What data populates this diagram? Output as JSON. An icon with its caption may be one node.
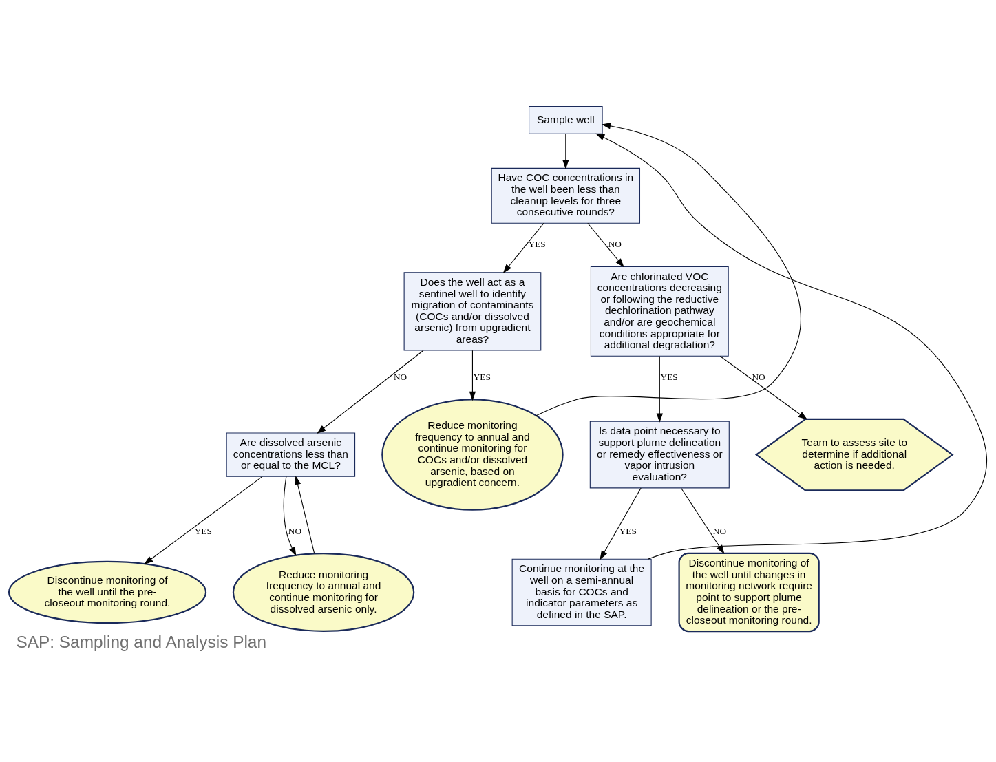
{
  "diagram": {
    "caption": "SAP: Sampling and Analysis Plan",
    "nodes": [
      {
        "text": [
          "Sample well"
        ]
      },
      {
        "text": [
          "Have COC concentrations in the well been less than cleanup levels for three consecutive rounds?"
        ]
      },
      {
        "text": [
          "Does the well act as a sentinel well to identify migration of contaminants (COCs and/or dissolved arsenic) from upgradient areas?"
        ]
      },
      {
        "text": [
          "Continue monitoring at the well on a semi-annual basis for COCs and indicator parameters as defined in the SAP."
        ]
      },
      {
        "text": [
          "Is data point necessary to support plume delineation or remedy effectiveness or vapor intrusion evaluation?"
        ]
      },
      {
        "text": [
          "Are chlorinated VOC concentrations decreasing or following the reductive dechlorination pathway and/or are geochemical conditions appropriate for additional degradation?"
        ]
      },
      {
        "text": [
          "Are dissolved arsenic concentrations less than or equal to the MCL?"
        ]
      },
      {
        "text": [
          "Reduce monitoring frequency to annual and continue monitoring for COCs and/or dissolved arsenic, based on upgradient concern."
        ]
      },
      {
        "text": [
          "Discontinue monitoring of the well until changes in monitoring network require point to support plume delineation or the pre-closeout monitoring round."
        ]
      },
      {
        "text": [
          "Team to assess site to determine if additional action is needed."
        ]
      },
      {
        "text": [
          "Discontinue monitoring of the well until the pre-closeout monitoring round."
        ]
      },
      {
        "text": [
          "Reduce monitoring frequency to annual and continue monitoring for dissolved arsenic only."
        ]
      }
    ],
    "edges": [
      {
        "from": 0,
        "to": 1,
        "arrow": "to"
      },
      {
        "from": 1,
        "to": 2,
        "arrow": "to",
        "label": "YES"
      },
      {
        "from": 1,
        "to": 5,
        "arrow": "to",
        "label": "NO"
      },
      {
        "from": 2,
        "to": 7,
        "arrow": "to",
        "label": "YES"
      },
      {
        "from": 2,
        "to": 6,
        "arrow": "to",
        "label": "NO"
      },
      {
        "from": 3,
        "to": 0,
        "arrow": "to"
      },
      {
        "from": 4,
        "to": 3,
        "arrow": "to",
        "label": "YES"
      },
      {
        "from": 4,
        "to": 8,
        "arrow": "to",
        "label": "NO"
      },
      {
        "from": 5,
        "to": 4,
        "arrow": "to",
        "label": "YES"
      },
      {
        "from": 5,
        "to": 9,
        "arrow": "to",
        "label": "NO"
      },
      {
        "from": 6,
        "to": 10,
        "arrow": "to",
        "label": "YES"
      },
      {
        "from": 6,
        "to": 11,
        "arrow": "to",
        "label": "NO"
      },
      {
        "from": 7,
        "to": 0,
        "arrow": "to"
      },
      {
        "from": 11,
        "to": 6,
        "arrow": "to"
      }
    ]
  }
}
